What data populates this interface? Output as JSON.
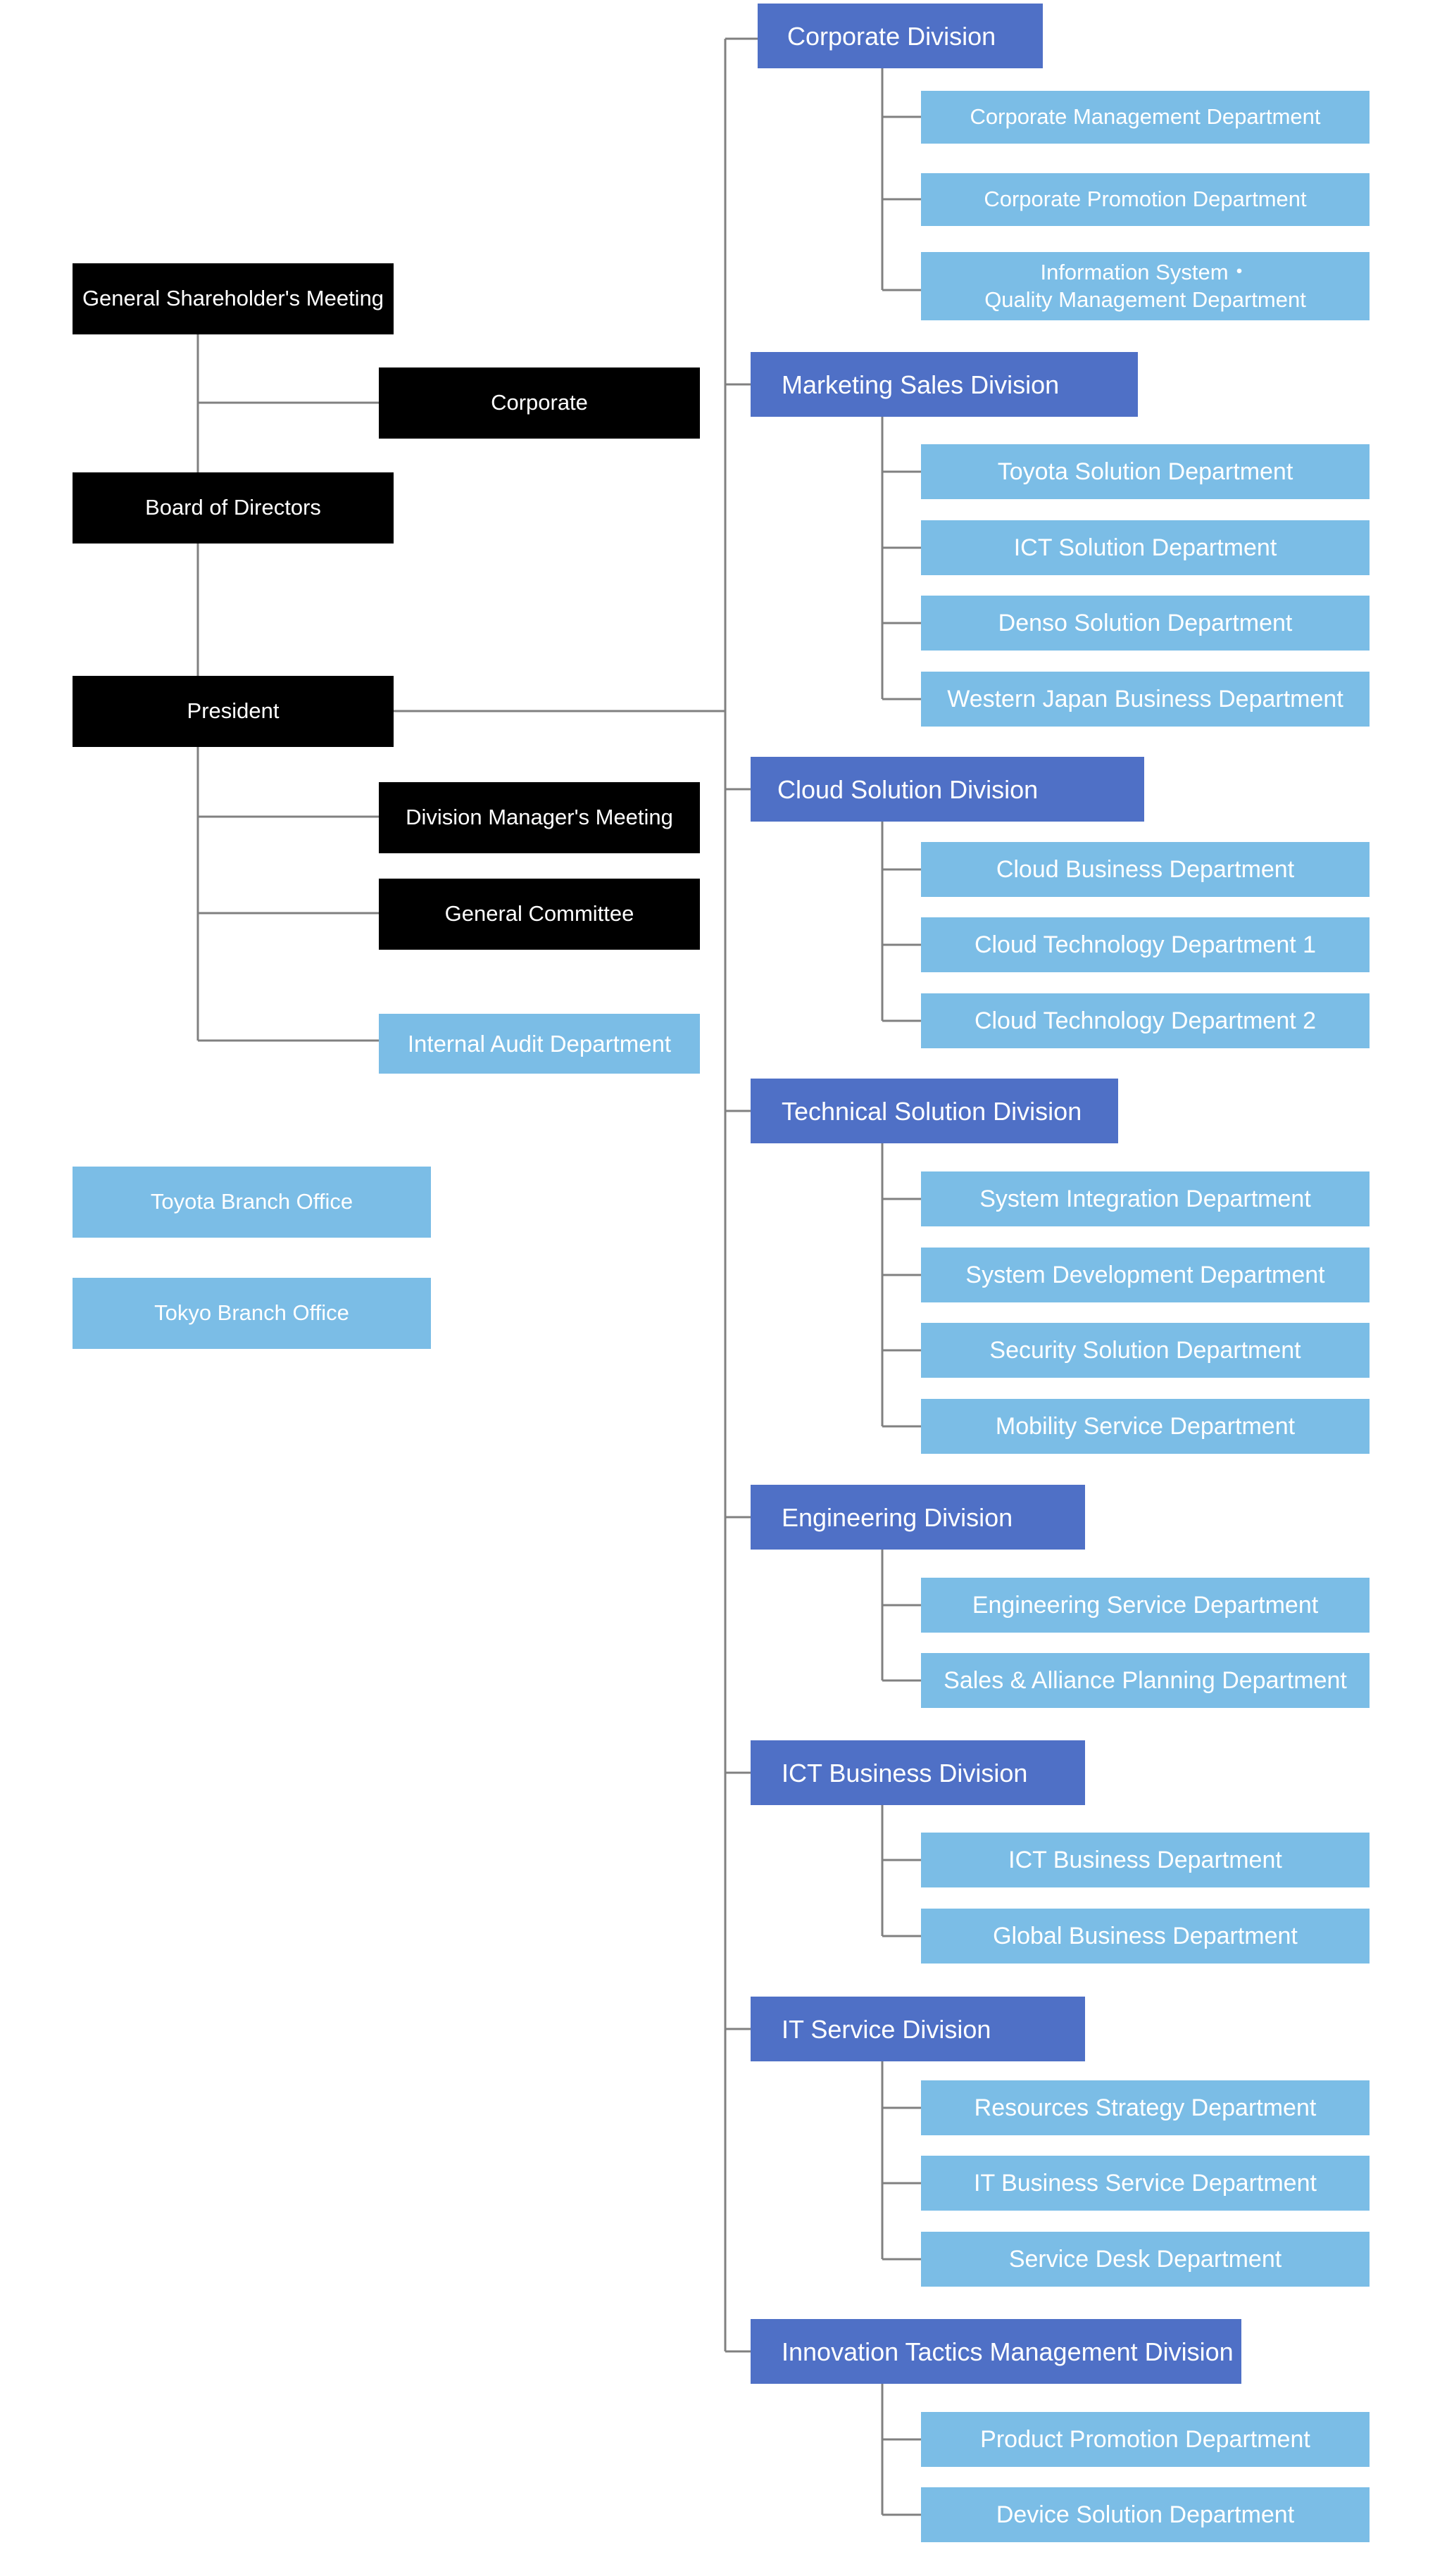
{
  "governance": {
    "shareholders": "General Shareholder's Meeting",
    "corporate": "Corporate",
    "board": "Board of Directors",
    "president": "President",
    "division_managers": "Division Manager's Meeting",
    "general_committee": "General Committee",
    "internal_audit": "Internal Audit Department"
  },
  "branches": [
    "Toyota Branch Office",
    "Tokyo Branch Office"
  ],
  "divisions": [
    {
      "name": "Corporate Division",
      "departments": [
        "Corporate Management Department",
        "Corporate Promotion Department",
        "Information System・",
        "Quality Management Department"
      ]
    },
    {
      "name": "Marketing Sales Division",
      "departments": [
        "Toyota Solution Department",
        "ICT Solution Department",
        "Denso Solution Department",
        "Western Japan Business Department"
      ]
    },
    {
      "name": "Cloud Solution Division",
      "departments": [
        "Cloud Business Department",
        "Cloud Technology Department 1",
        "Cloud Technology Department 2"
      ]
    },
    {
      "name": "Technical Solution Division",
      "departments": [
        "System Integration Department",
        "System Development Department",
        "Security Solution Department",
        "Mobility Service Department"
      ]
    },
    {
      "name": "Engineering Division",
      "departments": [
        "Engineering Service Department",
        "Sales & Alliance Planning Department"
      ]
    },
    {
      "name": "ICT Business Division",
      "departments": [
        "ICT Business Department",
        "Global Business Department"
      ]
    },
    {
      "name": "IT Service Division",
      "departments": [
        "Resources Strategy Department",
        "IT Business Service Department",
        "Service Desk Department"
      ]
    },
    {
      "name": "Innovation Tactics Management Division",
      "departments": [
        "Product Promotion Department",
        "Device Solution Department"
      ]
    }
  ],
  "colors": {
    "executive": "#000000",
    "division": "#4f70c6",
    "department": "#7bbde6",
    "connector": "#808080"
  }
}
